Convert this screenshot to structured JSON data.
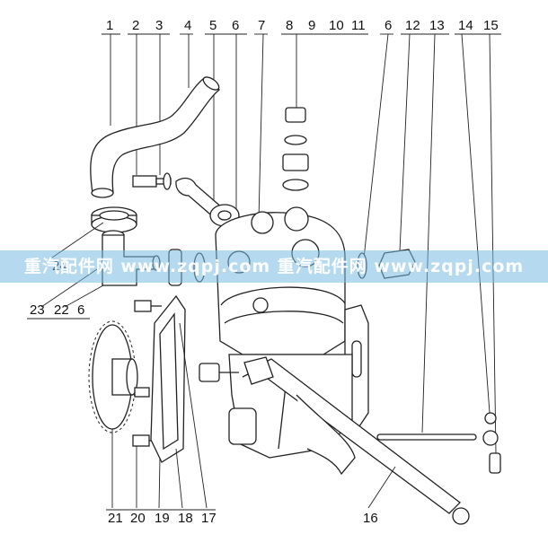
{
  "callouts": {
    "top": [
      "1",
      "2",
      "3",
      "4",
      "5",
      "6",
      "7",
      "8",
      "9",
      "10",
      "11",
      "6",
      "12",
      "13",
      "14",
      "15"
    ],
    "left_24": "24",
    "left_row": [
      "23",
      "22",
      "6"
    ],
    "bottom": [
      "21",
      "20",
      "19",
      "18",
      "17"
    ],
    "bottom_16": "16"
  },
  "watermark": {
    "text": "重汽配件网 www.zqpj.com 重汽配件网 www.zqpj.com"
  }
}
